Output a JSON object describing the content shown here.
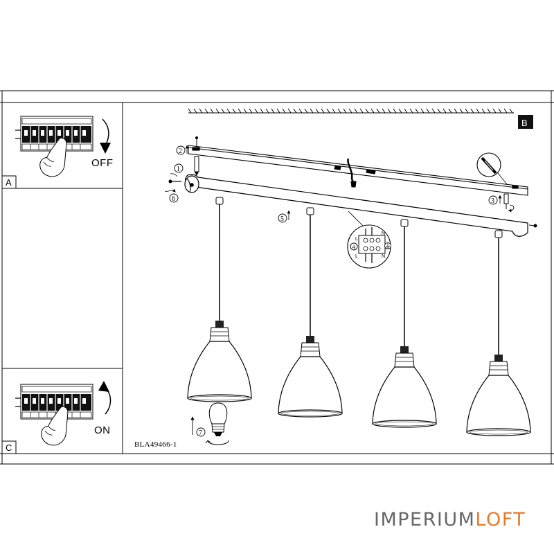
{
  "panels": {
    "a": {
      "label": "A",
      "switch_text": "OFF"
    },
    "b": {
      "label": "B"
    },
    "c": {
      "label": "C",
      "switch_text": "ON"
    }
  },
  "steps": {
    "s1": "1",
    "s2": "2",
    "s3": "3",
    "s4": "4",
    "s5": "5",
    "s6": "6",
    "s7": "7"
  },
  "terminal": {
    "left_top": "L",
    "left_bottom": "L",
    "right_top": "N",
    "right_bottom": "N"
  },
  "model_code": "BLA49466-1",
  "watermark": {
    "part1": "IMPERIUM",
    "part2": "LOFT"
  },
  "colors": {
    "line": "#000000",
    "watermark_gray": "#666666",
    "watermark_orange": "#e8792b"
  },
  "icons": [
    "breaker-switch-icon",
    "hand-icon",
    "rotation-arrow-icon",
    "screw-icon",
    "wall-plug-icon",
    "terminal-block-icon",
    "light-bulb-icon",
    "ground-icon"
  ]
}
